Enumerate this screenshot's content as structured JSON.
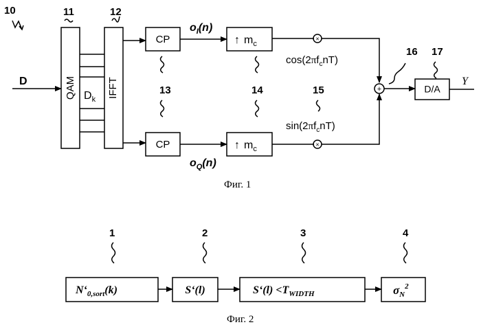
{
  "fig1": {
    "label_10": "10",
    "label_11": "11",
    "label_12": "12",
    "label_13": "13",
    "label_14": "14",
    "label_15": "15",
    "label_16": "16",
    "label_17": "17",
    "input_D": "D",
    "qam": "QAM",
    "dk_main": "D",
    "dk_sub": "k",
    "ifft": "IFFT",
    "cp_top": "CP",
    "cp_bottom": "CP",
    "oi_main": "o",
    "oi_sub": "I",
    "oi_rest": "(n)",
    "oq_main": "o",
    "oq_sub": "Q",
    "oq_rest": "(n)",
    "up_arrow": "↑",
    "mc_main": "m",
    "mc_sub": "c",
    "mult_symbol": "×",
    "cos_pre": "cos(2",
    "pi": "π",
    "f_main": "f",
    "f_sub": "c",
    "cos_post": "nT)",
    "sin_pre": "sin(2",
    "sin_post": "nT)",
    "sum_symbol": "+",
    "da": "D/A",
    "output_Y": "Y",
    "caption": "Фиг. 1"
  },
  "fig2": {
    "label_1": "1",
    "label_2": "2",
    "label_3": "3",
    "label_4": "4",
    "b1_main": "N‘",
    "b1_sub": "0,sort",
    "b1_rest": "(k)",
    "b2_text": "S‘(l)",
    "b3_main": "S‘(l) <T",
    "b3_sub": "WIDTH",
    "b4_main": "σ",
    "b4_sub": "N",
    "b4_sup": "2",
    "caption": "Фиг. 2"
  }
}
